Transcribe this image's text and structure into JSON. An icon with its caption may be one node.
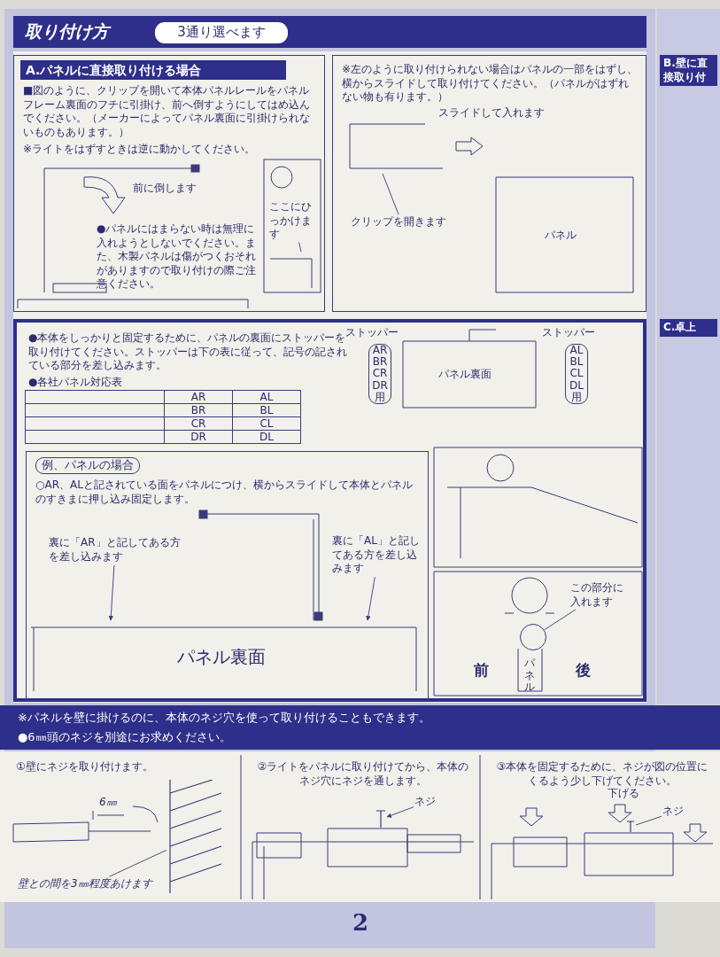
{
  "diagram": {
    "title": "取り付け方",
    "nodes": [
      {
        "text": [
          "A.パネルに直接取り付ける場合",
          "■図のように、クリップを開いて本体パネルレールをパネルフレーム裏面のフチに引掛け、前へ倒すようにしてはめ込んでください。（メーカーによってパネル裏面に引掛けられないものもあります。）",
          "※ライトをはずすときは逆に動かしてください。",
          "●パネルにはまらない時は無理に入れようとしないでください。また、木製パネルは傷がつくおそれがありますので取り付けの際ご注意ください。"
        ]
      },
      {
        "text": [
          "ここにひっかけます"
        ],
        "in": 0
      },
      {
        "text": [
          "※左のように取り付けられない場合はパネルの一部をはずし、横からスライドして取り付けてください。（パネルがはずれない物も有ります。）"
        ]
      },
      {
        "text": [
          "クリップを開きます"
        ],
        "in": 2
      },
      {
        "text": [
          "●本体をしっかりと固定するために、パネルの裏面にストッパーを取り付けてください。ストッパーは下の表に従って、記号の記されている部分を差し込みます。",
          "●各社パネル対応表"
        ]
      },
      {
        "text": [
          "例、パネルの場合",
          "○AR、ALと記されている面をパネルにつけ、横からスライドして本体とパネルのすきまに押し込み固定します。"
        ],
        "in": 4
      },
      {
        "text": [
          "裏に「AR」と記してある方を差し込みます"
        ],
        "in": 5
      },
      {
        "text": [
          "裏に「AL」と記してある方を差し込みます"
        ],
        "in": 5
      },
      {
        "text": [
          "この部分に入れます"
        ],
        "in": 4
      },
      {
        "text": [],
        "shape": "circle",
        "in": 4
      },
      {
        "text": [
          "①壁にネジを取り付けます。"
        ]
      },
      {
        "text": [
          "壁との間を3㎜程度あけます"
        ],
        "in": 10
      },
      {
        "text": [
          "②ライトをパネルに取り付けてから、本体のネジ穴にネジを通します。"
        ]
      },
      {
        "text": [
          "ネジ"
        ],
        "in": 12
      },
      {
        "text": [
          "③本体を固定するために、ネジが図の位置にくるよう少し下げてください。"
        ]
      },
      {
        "text": [
          "ネジ"
        ],
        "in": 14
      },
      {
        "text": [],
        "shape": "picture",
        "in": 10
      },
      {
        "text": [],
        "shape": "picture",
        "in": 12
      },
      {
        "text": [],
        "shape": "picture",
        "in": 14
      }
    ],
    "edges": [
      {
        "from": 1,
        "to": null,
        "arrow": "none"
      },
      {
        "from": 3,
        "to": null,
        "arrow": "none"
      },
      {
        "from": 6,
        "to": null,
        "arrow": "to"
      },
      {
        "from": 7,
        "to": null,
        "arrow": "to"
      },
      {
        "from": 8,
        "to": 9,
        "arrow": "none"
      },
      {
        "from": 11,
        "to": 16,
        "arrow": "none"
      },
      {
        "from": 13,
        "to": 17,
        "arrow": "to"
      },
      {
        "from": 15,
        "to": 18,
        "arrow": "none"
      }
    ],
    "labels": [
      "3通り選べます",
      "前に倒します",
      "スライドして入れます",
      "パネル",
      "ストッパー",
      "AR BR CR DR 用",
      "パネル裏面",
      "ストッパー",
      "AL BL CL DL 用",
      "AR",
      "AL",
      "BR",
      "BL",
      "CR",
      "CL",
      "DR",
      "DL",
      "パネル裏面",
      "前",
      "パネル",
      "後",
      "※パネルを壁に掛けるのに、本体のネジ穴を使って取り付けることもできます。",
      "●6㎜頭のネジを別途にお求めください。",
      "6㎜",
      "下げる",
      "2",
      "B.壁に直接取り付",
      "C.卓上"
    ]
  }
}
